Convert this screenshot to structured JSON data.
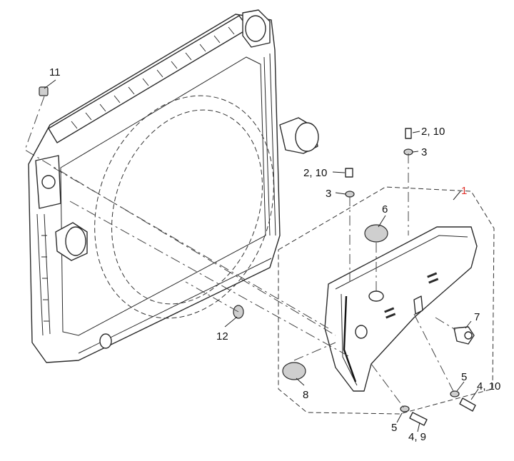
{
  "callouts": {
    "c1": "1",
    "c2_10_top": "2, 10",
    "c3_top": "3",
    "c2_10_mid": "2, 10",
    "c3_mid": "3",
    "c4_10": "4, 10",
    "c4_9": "4, 9",
    "c5_right": "5",
    "c5_bottom": "5",
    "c6": "6",
    "c7": "7",
    "c8": "8",
    "c11": "11",
    "c12": "12"
  },
  "colors": {
    "line": "#2a2a2a",
    "callout_highlight": "#e0302a"
  }
}
